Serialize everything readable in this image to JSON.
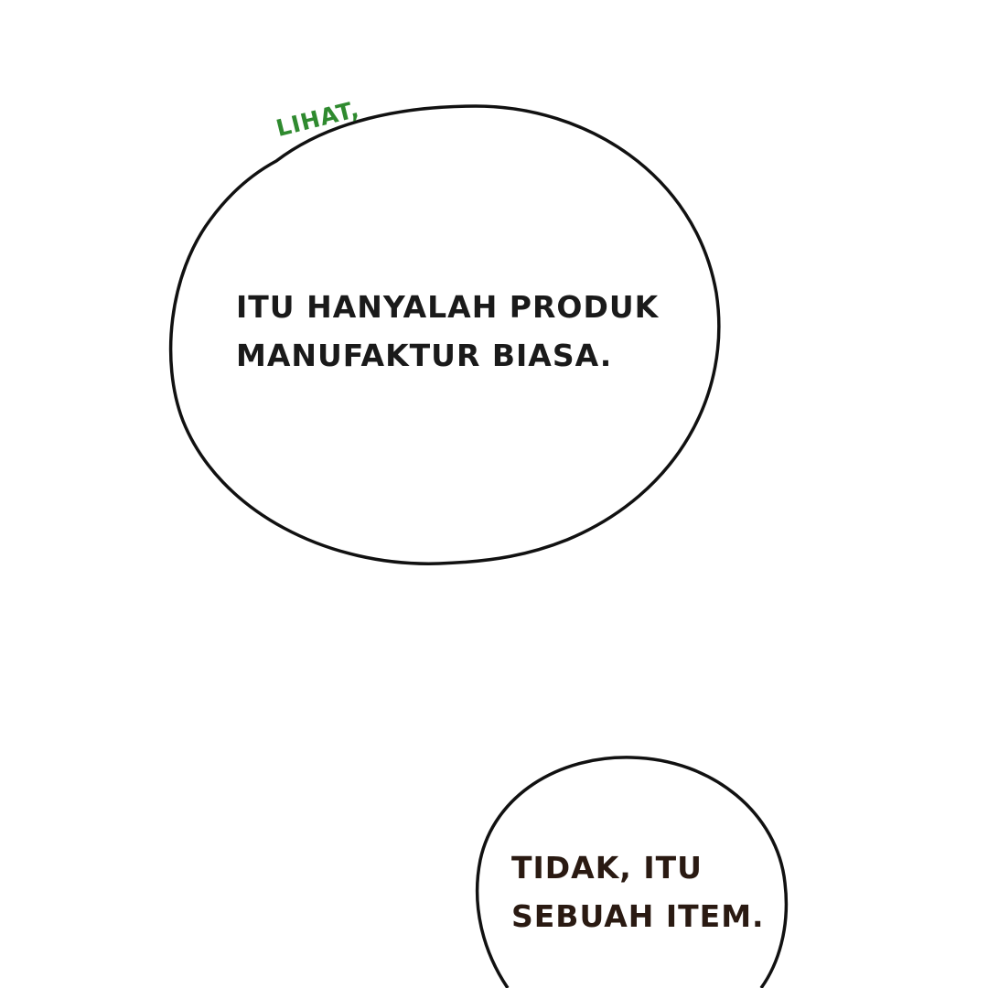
{
  "panel": {
    "background_color": "#ffffff",
    "outline_color": "#111111"
  },
  "bubble_1": {
    "line_1": "ITU HANYALAH PRODUK",
    "line_2": "MANUFAKTUR BIASA.",
    "text_color": "#1a1a1a"
  },
  "bubble_2": {
    "line_1": "TIDAK, ITU",
    "line_2": "SEBUAH ITEM.",
    "text_color": "#2a1a12"
  },
  "sfx": {
    "text": "LIHAT,",
    "color": "#2f8a2f"
  }
}
